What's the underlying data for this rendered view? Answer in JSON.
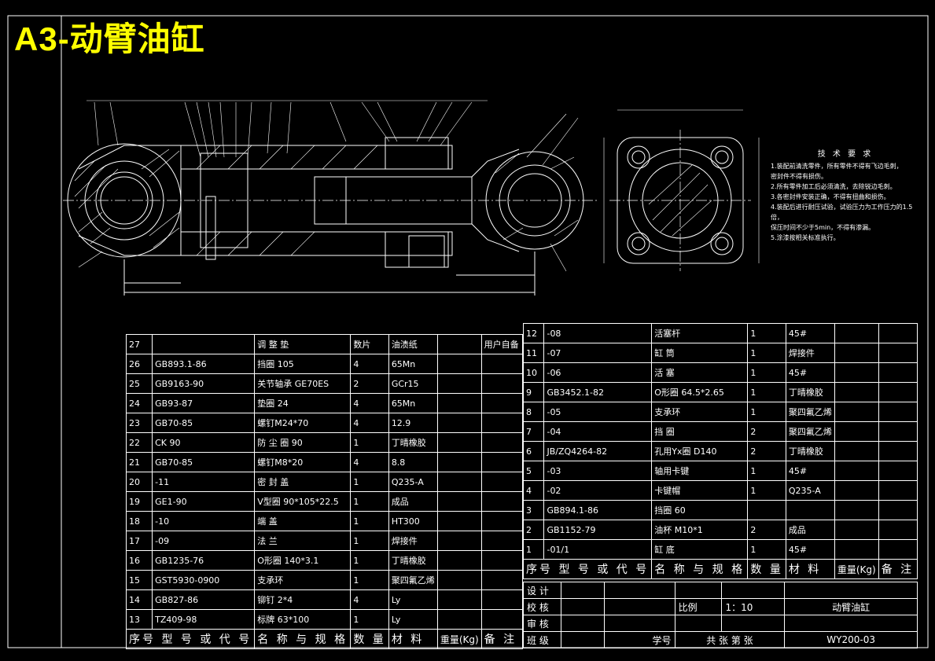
{
  "title": "A3-动臂油缸",
  "tech_requirements": {
    "heading": "技 术 要 求",
    "lines": [
      "1.装配前清洗零件，所有零件不得有飞边毛刺，",
      "  密封件不得有损伤。",
      "2.所有零件加工后必须清洗，去除锐边毛刺。",
      "3.各密封件安装正确，不得有扭曲和损伤。",
      "4.装配后进行耐压试验，试验压力为工作压力的1.5倍，",
      "  保压时间不少于5min，不得有渗漏。",
      "5.涂漆按相关标准执行。"
    ]
  },
  "left_table": {
    "rows": [
      {
        "seq": "27",
        "code": "",
        "name": "调 整 垫",
        "qty": "数片",
        "mat": "油渍纸",
        "wt": "",
        "note": "用户自备"
      },
      {
        "seq": "26",
        "code": "GB893.1-86",
        "name": "挡圈 105",
        "qty": "4",
        "mat": "65Mn",
        "wt": "",
        "note": ""
      },
      {
        "seq": "25",
        "code": "GB9163-90",
        "name": "关节轴承 GE70ES",
        "qty": "2",
        "mat": "GCr15",
        "wt": "",
        "note": ""
      },
      {
        "seq": "24",
        "code": "GB93-87",
        "name": "垫圈 24",
        "qty": "4",
        "mat": "65Mn",
        "wt": "",
        "note": ""
      },
      {
        "seq": "23",
        "code": "GB70-85",
        "name": "螺钉M24*70",
        "qty": "4",
        "mat": "12.9",
        "wt": "",
        "note": ""
      },
      {
        "seq": "22",
        "code": "CK 90",
        "name": "防 尘 圈 90",
        "qty": "1",
        "mat": "丁晴橡胶",
        "wt": "",
        "note": ""
      },
      {
        "seq": "21",
        "code": "GB70-85",
        "name": "螺钉M8*20",
        "qty": "4",
        "mat": "8.8",
        "wt": "",
        "note": ""
      },
      {
        "seq": "20",
        "code": "-11",
        "name": "密 封 盖",
        "qty": "1",
        "mat": "Q235-A",
        "wt": "",
        "note": ""
      },
      {
        "seq": "19",
        "code": "GE1-90",
        "name": "V型圈 90*105*22.5",
        "qty": "1",
        "mat": "成品",
        "wt": "",
        "note": ""
      },
      {
        "seq": "18",
        "code": "-10",
        "name": "端 盖",
        "qty": "1",
        "mat": "HT300",
        "wt": "",
        "note": ""
      },
      {
        "seq": "17",
        "code": "-09",
        "name": "法 兰",
        "qty": "1",
        "mat": "焊接件",
        "wt": "",
        "note": ""
      },
      {
        "seq": "16",
        "code": "GB1235-76",
        "name": "O形圈 140*3.1",
        "qty": "1",
        "mat": "丁晴橡胶",
        "wt": "",
        "note": ""
      },
      {
        "seq": "15",
        "code": "GST5930-0900",
        "name": "支承环",
        "qty": "1",
        "mat": "聚四氟乙烯",
        "wt": "",
        "note": ""
      },
      {
        "seq": "14",
        "code": "GB827-86",
        "name": "铆钉 2*4",
        "qty": "4",
        "mat": "Ly",
        "wt": "",
        "note": ""
      },
      {
        "seq": "13",
        "code": "TZ409-98",
        "name": "标牌 63*100",
        "qty": "1",
        "mat": "Ly",
        "wt": "",
        "note": ""
      }
    ],
    "header": {
      "seq_code": "序号 型 号 或 代 号",
      "name": "名 称 与 规 格",
      "qty": "数 量",
      "mat": "材 料",
      "wt": "重量(Kg)",
      "note": "备 注"
    }
  },
  "right_table": {
    "rows": [
      {
        "seq": "12",
        "code": "-08",
        "name": "活塞杆",
        "qty": "1",
        "mat": "45#",
        "wt": "",
        "note": ""
      },
      {
        "seq": "11",
        "code": "-07",
        "name": "缸 筒",
        "qty": "1",
        "mat": "焊接件",
        "wt": "",
        "note": ""
      },
      {
        "seq": "10",
        "code": "-06",
        "name": "活 塞",
        "qty": "1",
        "mat": "45#",
        "wt": "",
        "note": ""
      },
      {
        "seq": "9",
        "code": "GB3452.1-82",
        "name": "O形圈 64.5*2.65",
        "qty": "1",
        "mat": "丁晴橡胶",
        "wt": "",
        "note": ""
      },
      {
        "seq": "8",
        "code": "-05",
        "name": "支承环",
        "qty": "1",
        "mat": "聚四氟乙烯",
        "wt": "",
        "note": ""
      },
      {
        "seq": "7",
        "code": "-04",
        "name": "挡 圈",
        "qty": "2",
        "mat": "聚四氟乙烯",
        "wt": "",
        "note": ""
      },
      {
        "seq": "6",
        "code": "JB/ZQ4264-82",
        "name": "孔用Yx圈 D140",
        "qty": "2",
        "mat": "丁晴橡胶",
        "wt": "",
        "note": ""
      },
      {
        "seq": "5",
        "code": "-03",
        "name": "轴用卡键",
        "qty": "1",
        "mat": "45#",
        "wt": "",
        "note": ""
      },
      {
        "seq": "4",
        "code": "-02",
        "name": "卡键帽",
        "qty": "1",
        "mat": "Q235-A",
        "wt": "",
        "note": ""
      },
      {
        "seq": "3",
        "code": "GB894.1-86",
        "name": "挡圈 60",
        "qty": "",
        "mat": "",
        "wt": "",
        "note": ""
      },
      {
        "seq": "2",
        "code": "GB1152-79",
        "name": "油杯 M10*1",
        "qty": "2",
        "mat": "成品",
        "wt": "",
        "note": ""
      },
      {
        "seq": "1",
        "code": "-01/1",
        "name": "缸 底",
        "qty": "1",
        "mat": "45#",
        "wt": "",
        "note": ""
      }
    ],
    "header": {
      "seq_code": "序号 型 号 或 代 号",
      "name": "名 称 与 规 格",
      "qty": "数 量",
      "mat": "材 料",
      "wt": "重量(Kg)",
      "note": "备 注"
    }
  },
  "title_block": {
    "design": "设 计",
    "check": "校 核",
    "review": "审 核",
    "class": "班 级",
    "student_no": "学号",
    "scale_label": "比例",
    "scale_value": "1：10",
    "drawing_name": "动臂油缸",
    "sheets": "共 张 第 张",
    "drawing_no": "WY200-03"
  },
  "colors": {
    "background": "#000000",
    "lines": "#ffffff",
    "title": "#ffff00"
  }
}
